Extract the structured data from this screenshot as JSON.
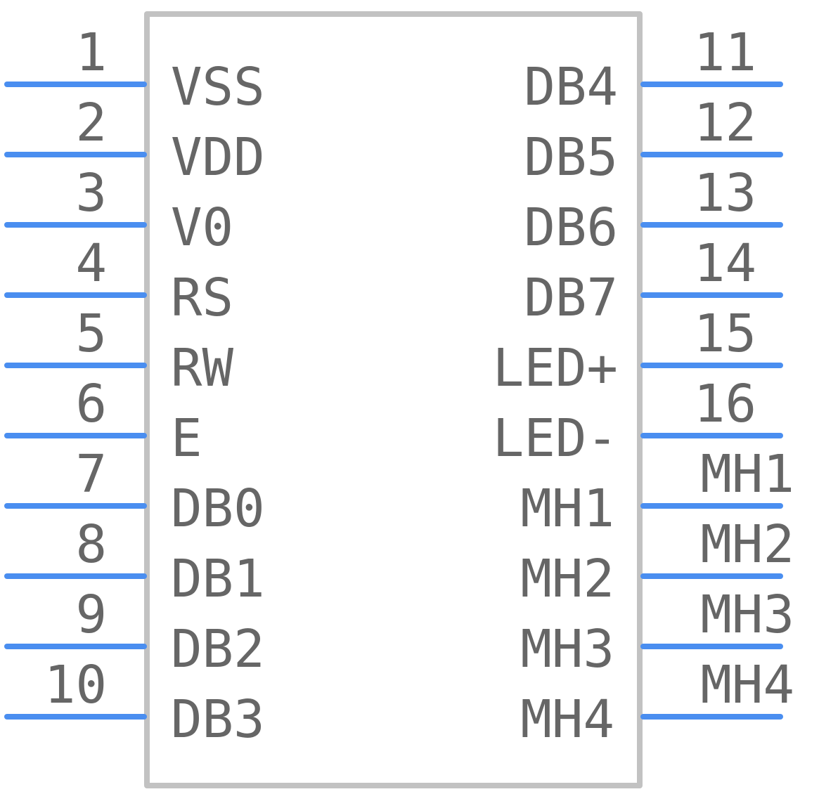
{
  "component": {
    "body_color": "#c2c2c2",
    "pin_color": "#4a8ef0",
    "text_color": "#666666"
  },
  "left_pins": [
    {
      "number": "1",
      "name": "VSS"
    },
    {
      "number": "2",
      "name": "VDD"
    },
    {
      "number": "3",
      "name": "V0"
    },
    {
      "number": "4",
      "name": "RS"
    },
    {
      "number": "5",
      "name": "RW"
    },
    {
      "number": "6",
      "name": "E"
    },
    {
      "number": "7",
      "name": "DB0"
    },
    {
      "number": "8",
      "name": "DB1"
    },
    {
      "number": "9",
      "name": "DB2"
    },
    {
      "number": "10",
      "name": "DB3"
    }
  ],
  "right_pins": [
    {
      "number": "11",
      "name": "DB4"
    },
    {
      "number": "12",
      "name": "DB5"
    },
    {
      "number": "13",
      "name": "DB6"
    },
    {
      "number": "14",
      "name": "DB7"
    },
    {
      "number": "15",
      "name": "LED+"
    },
    {
      "number": "16",
      "name": "LED-"
    },
    {
      "number": "MH1",
      "name": "MH1"
    },
    {
      "number": "MH2",
      "name": "MH2"
    },
    {
      "number": "MH3",
      "name": "MH3"
    },
    {
      "number": "MH4",
      "name": "MH4"
    }
  ]
}
